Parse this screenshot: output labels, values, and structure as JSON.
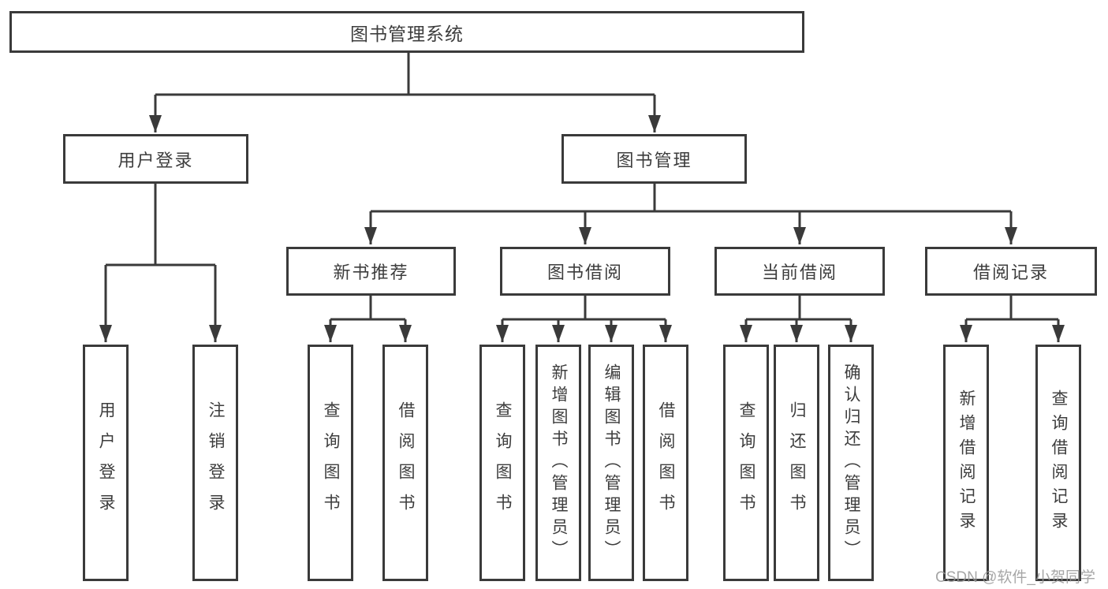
{
  "root": {
    "label": "图书管理系统",
    "children": [
      {
        "label": "用户登录",
        "children": [
          {
            "label": "用户登录"
          },
          {
            "label": "注销登录"
          }
        ]
      },
      {
        "label": "图书管理",
        "children": [
          {
            "label": "新书推荐",
            "children": [
              {
                "label": "查询图书"
              },
              {
                "label": "借阅图书"
              }
            ]
          },
          {
            "label": "图书借阅",
            "children": [
              {
                "label": "查询图书"
              },
              {
                "label": "新增图书（管理员）"
              },
              {
                "label": "编辑图书（管理员）"
              },
              {
                "label": "借阅图书"
              }
            ]
          },
          {
            "label": "当前借阅",
            "children": [
              {
                "label": "查询图书"
              },
              {
                "label": "归还图书"
              },
              {
                "label": "确认归还（管理员）"
              }
            ]
          },
          {
            "label": "借阅记录",
            "children": [
              {
                "label": "新增借阅记录"
              },
              {
                "label": "查询借阅记录"
              }
            ]
          }
        ]
      }
    ]
  },
  "watermark": {
    "text": "CSDN @软件_小贺同学"
  },
  "colors": {
    "line": "#3a3a3a",
    "text": "#3d3d3d",
    "background": "#ffffff",
    "watermark": "#969696"
  }
}
